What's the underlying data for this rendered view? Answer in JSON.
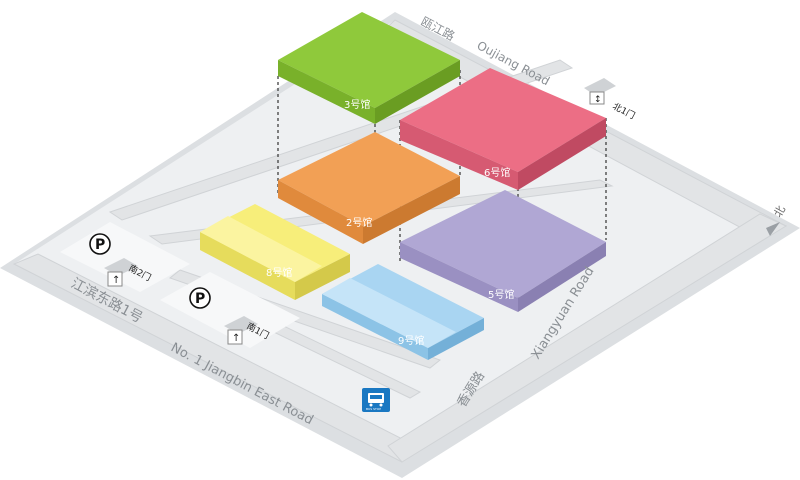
{
  "roads": {
    "oujiang_cn": "瓯江路",
    "oujiang_en": "Oujiang Road",
    "jiangbin_cn": "江滨东路1号",
    "jiangbin_en": "No. 1 Jiangbin East Road",
    "xiangyuan_cn": "香源路",
    "xiangyuan_en": "Xiangyuan Road"
  },
  "gates": {
    "north1": "北1门",
    "south1": "南1门",
    "south2": "南2门"
  },
  "halls": {
    "h2": "2号馆",
    "h3": "3号馆",
    "h5": "5号馆",
    "h6": "6号馆",
    "h8": "8号馆",
    "h9": "9号馆"
  },
  "compass": {
    "north": "北"
  },
  "parking": {
    "symbol": "P"
  },
  "bus": {
    "label": "BUS STOP"
  },
  "colors": {
    "road": "#e2e4e6",
    "ground": "#f6f7f8",
    "hall2": "#f2a055",
    "hall3": "#8fc93b",
    "hall5": "#b0a7d4",
    "hall6": "#ec6e85",
    "hall8": "#f7ee7a",
    "hall9": "#a9d5f2",
    "bus": "#1a78c2"
  }
}
